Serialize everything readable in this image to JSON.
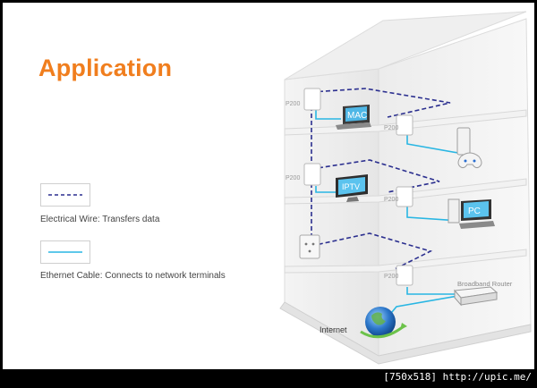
{
  "title": "Application",
  "legend": {
    "wire_label": "Electrical Wire: Transfers data",
    "cable_label": "Ethernet Cable: Connects to network terminals"
  },
  "devices": {
    "adapter_label": "P200",
    "mac": "MAC",
    "iptv": "IPTV",
    "pc": "PC",
    "router": "Broadband Router",
    "internet": "Internet"
  },
  "watermark": "[750x518] http://upic.me/",
  "colors": {
    "accent": "#f07e1e",
    "wire": "#2b2f8f",
    "cable": "#29b6e3"
  }
}
